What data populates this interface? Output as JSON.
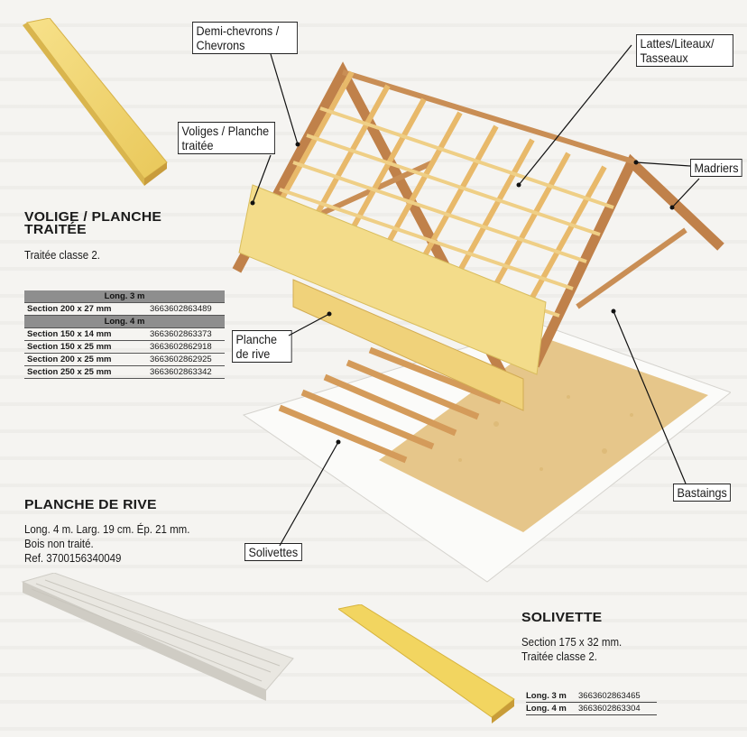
{
  "volige": {
    "title": "VOLIGE / PLANCHE TRAITÉE",
    "description": "Traitée classe 2.",
    "table": [
      {
        "type": "header",
        "label": "Long. 3 m"
      },
      {
        "type": "row",
        "section": "Section 200 x 27 mm",
        "ref": "3663602863489"
      },
      {
        "type": "header",
        "label": "Long. 4 m"
      },
      {
        "type": "row",
        "section": "Section 150 x 14 mm",
        "ref": "3663602863373"
      },
      {
        "type": "row",
        "section": "Section 150 x 25 mm",
        "ref": "3663602862918"
      },
      {
        "type": "row",
        "section": "Section 200 x 25 mm",
        "ref": "3663602862925"
      },
      {
        "type": "row",
        "section": "Section 250 x 25 mm",
        "ref": "3663602863342"
      }
    ]
  },
  "planche_rive": {
    "title": "PLANCHE DE RIVE",
    "line1": "Long. 4 m. Larg. 19 cm. Ép. 21 mm.",
    "line2": "Bois non traité.",
    "line3": "Ref. 3700156340049"
  },
  "solivette": {
    "title": "SOLIVETTE",
    "line1": "Section 175 x 32 mm.",
    "line2": "Traitée classe 2.",
    "rows": [
      {
        "length": "Long. 3 m",
        "ref": "3663602863465"
      },
      {
        "length": "Long. 4 m",
        "ref": "3663602863304"
      }
    ]
  },
  "callouts": {
    "demi_chevrons": "Demi-chevrons / Chevrons",
    "lattes": "Lattes/Liteaux/ Tasseaux",
    "voliges": "Voliges / Planche traitée",
    "madriers": "Madriers",
    "planche_rive": "Planche de rive",
    "bastaings": "Bastaings",
    "solivettes": "Solivettes"
  },
  "colors": {
    "wood_light": "#f2d46a",
    "wood_mid": "#e8b964",
    "wood_dark": "#c88a4e",
    "osb": "#e7c88c",
    "raw_board": "#e4e2dc"
  }
}
